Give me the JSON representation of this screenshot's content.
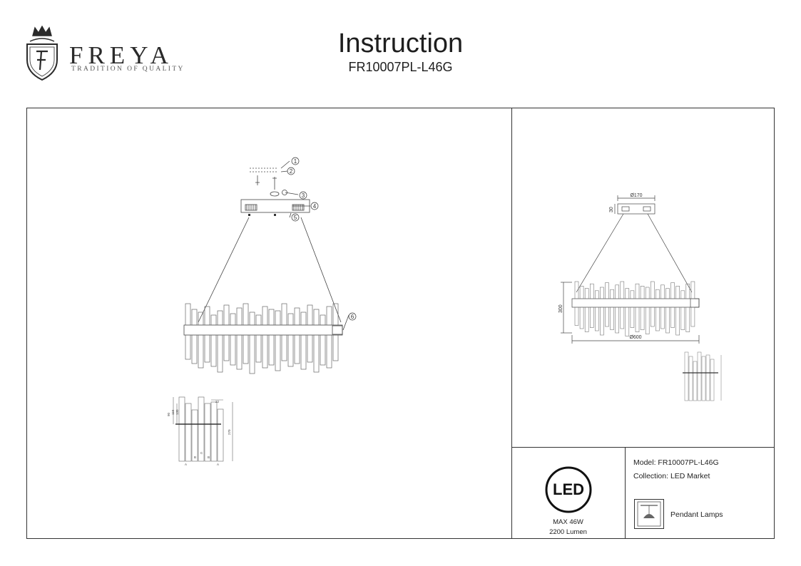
{
  "brand": {
    "name": "FREYA",
    "tagline": "TRADITION OF QUALITY",
    "logo_icon": "crown-shield-icon"
  },
  "header": {
    "title": "Instruction",
    "model": "FR10007PL-L46G"
  },
  "assembly_callouts": [
    "1",
    "2",
    "3",
    "4",
    "5",
    "6"
  ],
  "crystal_labels": [
    "A",
    "B",
    "C",
    "B",
    "A"
  ],
  "crystal_dims": {
    "h90": "90",
    "h110": "110",
    "h130": "130",
    "h270": "270",
    "w": "22"
  },
  "dimensions": {
    "canopy_diameter": "Ø170",
    "canopy_height": "30",
    "height": "300",
    "diameter": "Ø600"
  },
  "rating": {
    "badge": "LED",
    "power": "MAX 46W",
    "lumen": "2200 Lumen"
  },
  "info": {
    "model_line": "Model: FR10007PL-L46G",
    "collection_line": "Collection: LED Market",
    "type_label": "Pendant Lamps",
    "type_icon": "pendant-lamp-icon"
  }
}
